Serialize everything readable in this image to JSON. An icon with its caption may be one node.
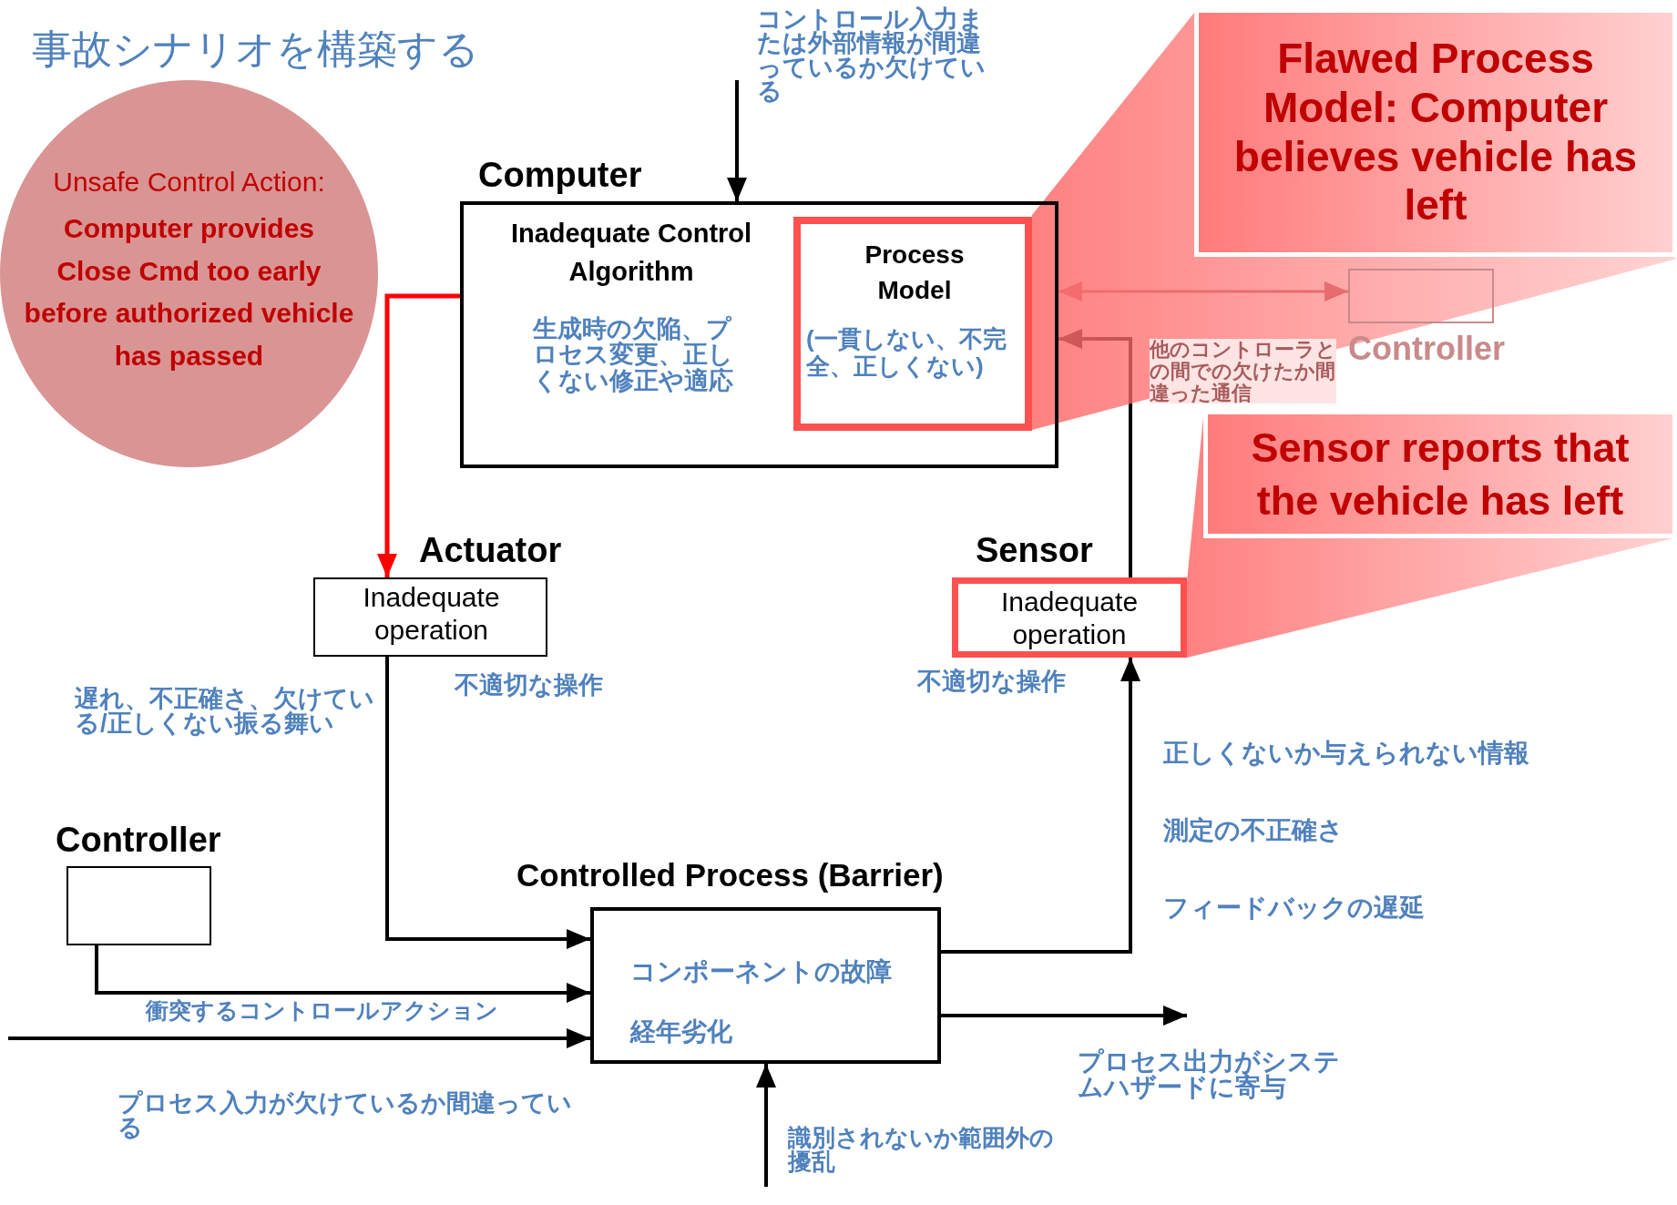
{
  "diagram": {
    "nodes": [
      {
        "text": [
          "Unsafe Control Action:",
          "Computer provides Close Cmd too early before authorized vehicle has passed"
        ]
      },
      {
        "text": [
          "Computer",
          "Inadequate Control Algorithm",
          "生成時の欠陥、プロセス変更、正しくない修正や適応"
        ]
      },
      {
        "text": [
          "Process Model",
          "(一貫しない、不完全、正しくない)"
        ],
        "in": 1
      },
      {
        "text": [
          "Actuator",
          "Inadequate operation"
        ]
      },
      {
        "text": [
          "Controller"
        ]
      },
      {
        "text": [
          "Controlled Process (Barrier)",
          "コンポーネントの故障",
          "経年劣化"
        ]
      },
      {
        "text": [
          "Sensor",
          "Inadequate operation"
        ]
      },
      {
        "text": [
          "Controller"
        ]
      },
      {
        "text": [
          "Flawed Process Model: Computer believes vehicle has left"
        ]
      },
      {
        "text": [
          "Sensor reports that the vehicle has left"
        ]
      }
    ],
    "edges": [
      {
        "from": null,
        "to": 1,
        "arrow": "to"
      },
      {
        "from": 1,
        "to": 3,
        "arrow": "to",
        "color": "#ff0000"
      },
      {
        "from": 3,
        "to": 5,
        "arrow": "to"
      },
      {
        "from": 4,
        "to": 5,
        "arrow": "to"
      },
      {
        "from": null,
        "to": 5,
        "arrow": "to"
      },
      {
        "from": null,
        "to": 5,
        "arrow": "to"
      },
      {
        "from": 5,
        "to": null,
        "arrow": "to"
      },
      {
        "from": 5,
        "to": 6,
        "arrow": "to"
      },
      {
        "from": 6,
        "to": 1,
        "arrow": "to"
      },
      {
        "from": 1,
        "to": 7,
        "arrow": "both",
        "color": "#c07070"
      },
      {
        "from": 8,
        "to": 2,
        "arrow": "none",
        "color": "#ff6b6b"
      },
      {
        "from": 9,
        "to": 6,
        "arrow": "none",
        "color": "#ff6b6b"
      }
    ],
    "labels": [
      "事故シナリオを構築する",
      "コントロール入力または外部情報が間違っているか欠けている",
      "他のコントローラとの間での欠けたか間違った通信",
      "不適切な操作",
      "不適切な操作",
      "遅れ、不正確さ、欠けている/正しくない振る舞い",
      "正しくないか与えられない情報",
      "測定の不正確さ",
      "フィードバックの遅延",
      "衝突するコントロールアクション",
      "プロセス入力が欠けているか間違っている",
      "識別されないか範囲外の擾乱",
      "プロセス出力がシステムハザードに寄与"
    ]
  }
}
